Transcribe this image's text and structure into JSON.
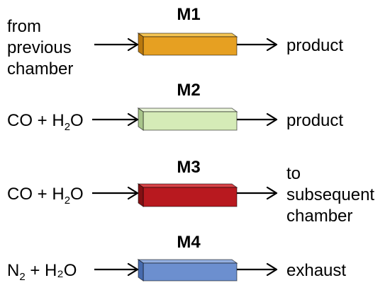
{
  "modules": [
    {
      "title": "M1",
      "input": [
        "from",
        "previous",
        "chamber"
      ],
      "output": [
        "product"
      ],
      "colors": {
        "front": "#E6A022",
        "top": "#F5C553",
        "side": "#B8780E"
      }
    },
    {
      "title": "M2",
      "input_formula": {
        "pre": "CO + H",
        "sub": "2",
        "post": "O"
      },
      "output": [
        "product"
      ],
      "colors": {
        "front": "#D5EBB7",
        "top": "#E9F5D7",
        "side": "#A8C58A"
      }
    },
    {
      "title": "M3",
      "input_formula": {
        "pre": "CO + H",
        "sub": "2",
        "post": "O"
      },
      "output": [
        "to",
        "subsequent",
        "chamber"
      ],
      "colors": {
        "front": "#B8191F",
        "top": "#D84347",
        "side": "#821013"
      }
    },
    {
      "title": "M4",
      "input_formula": {
        "pre": "N",
        "sub": "2",
        "post": " + H₂O"
      },
      "output": [
        "exhaust"
      ],
      "colors": {
        "front": "#6C8FCF",
        "top": "#93AFE0",
        "side": "#476BAE"
      }
    }
  ]
}
